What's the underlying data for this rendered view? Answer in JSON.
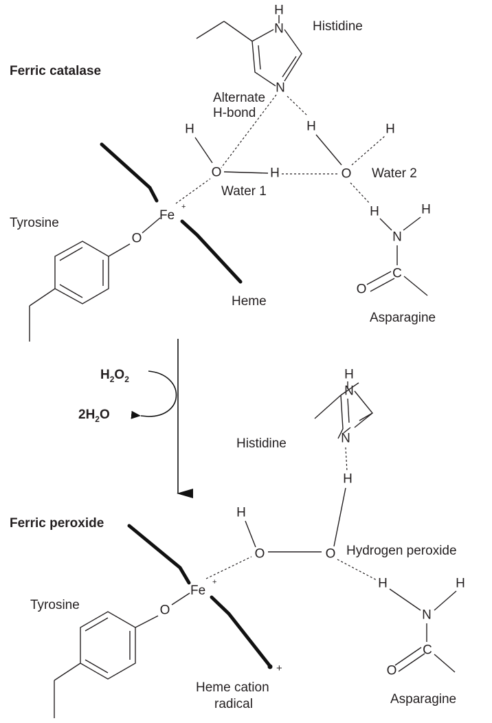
{
  "top_panel": {
    "title": "Ferric catalase",
    "histidine": "Histidine",
    "alternate_hbond_line1": "Alternate",
    "alternate_hbond_line2": "H-bond",
    "water1": "Water 1",
    "water2": "Water 2",
    "tyrosine": "Tyrosine",
    "heme": "Heme",
    "asparagine": "Asparagine",
    "iron": "Fe",
    "iron_charge": "+"
  },
  "reaction": {
    "reactant_prefix": "H",
    "reactant_sub1": "2",
    "reactant_mid": "O",
    "reactant_sub2": "2",
    "product_prefix": "2H",
    "product_sub": "2",
    "product_suffix": "O"
  },
  "bottom_panel": {
    "title": "Ferric peroxide",
    "histidine": "Histidine",
    "hydrogen_peroxide": "Hydrogen peroxide",
    "tyrosine": "Tyrosine",
    "heme_radical_line1": "Heme cation",
    "heme_radical_line2": "radical",
    "radical_charge": "+",
    "asparagine": "Asparagine",
    "iron": "Fe",
    "iron_charge": "+"
  },
  "atoms": {
    "H": "H",
    "O": "O",
    "N": "N",
    "C": "C"
  }
}
